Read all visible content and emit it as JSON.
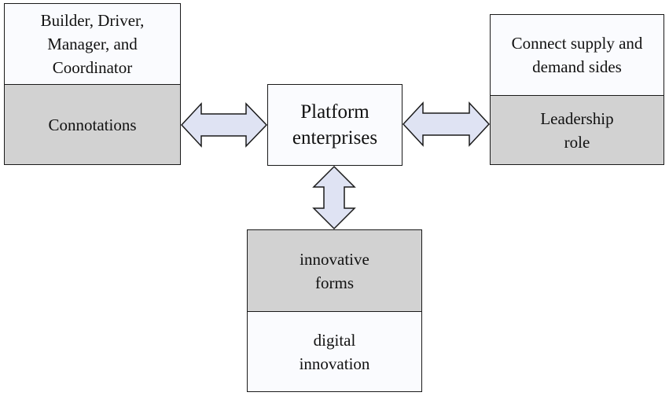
{
  "left_box": {
    "top_text": "Builder, Driver,\nManager, and\nCoordinator",
    "bottom_text": "Connotations"
  },
  "center_box": {
    "text": "Platform\nenterprises"
  },
  "right_box": {
    "top_text": "Connect supply and\ndemand sides",
    "bottom_text": "Leadership\nrole"
  },
  "bottom_box": {
    "top_text": "innovative\nforms",
    "bottom_text": "digital\ninnovation"
  },
  "colors": {
    "light_fill": "#fafbfe",
    "gray_fill": "#d2d2d2",
    "arrow_fill": "#dfe3f3",
    "border": "#1a1a1a"
  }
}
